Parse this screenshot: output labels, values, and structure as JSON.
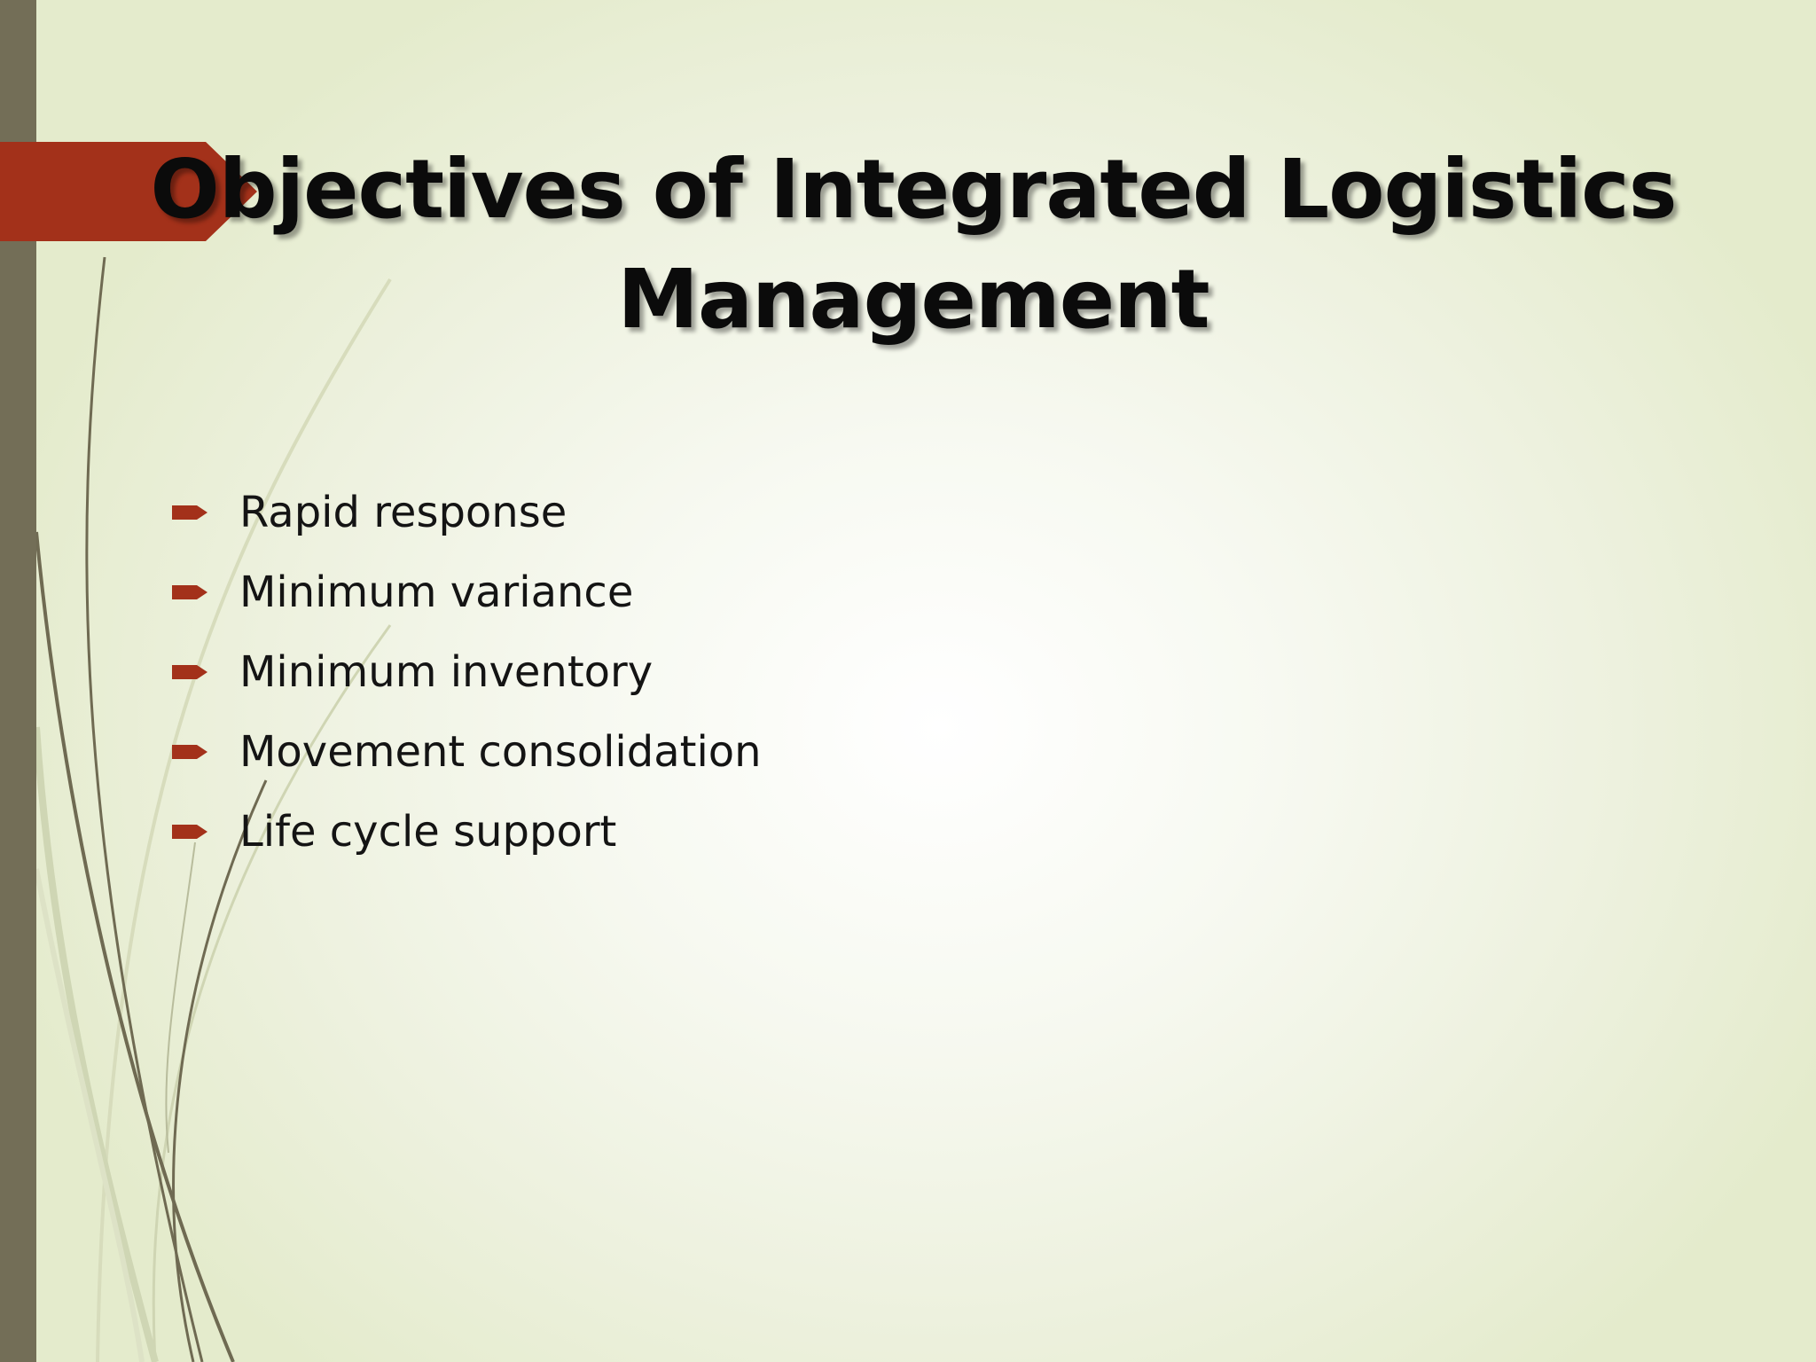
{
  "colors": {
    "accent": "#a3311a",
    "sidebar": "#736e57",
    "background_center": "#ffffff",
    "background_edge": "#e4ebcc",
    "text": "#141414"
  },
  "slide": {
    "title_line1": "Objectives of Integrated Logistics",
    "title_line2": "Management",
    "bullet_icon": "arrow-right-icon",
    "bullets": [
      "Rapid response",
      "Minimum variance",
      "Minimum inventory",
      "Movement consolidation",
      "Life cycle support"
    ]
  }
}
